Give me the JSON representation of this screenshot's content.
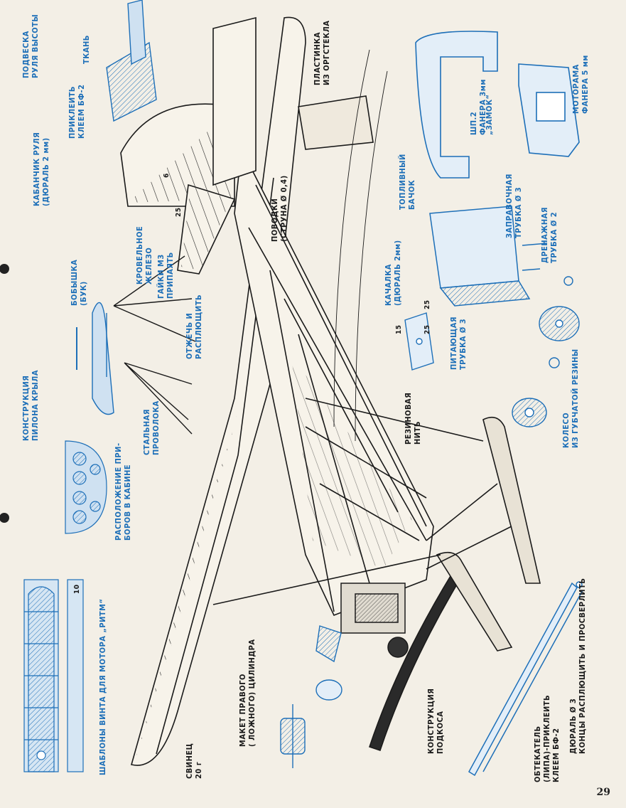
{
  "labels": {
    "propeller_templates": "ШАБЛОНЫ ВИНТА ДЛЯ МОТОРА „РИТМ“",
    "instruments": "РАСПОЛОЖЕНИЕ ПРИ-\nБОРОВ В КАБИНЕ",
    "pylon": "КОНСТРУКЦИЯ\nПИЛОНА КРЫЛА",
    "boss": "БОБЫШКА\n(БУК)",
    "roof_iron": "КРОВЕЛЬНОЕ\nЖЕЛЕЗО",
    "nuts": "ГАЙКИ М3\nПРИПАЯТЬ",
    "anneal": "ОТЖЕЧЬ И\nРАСПЛЮЩИТЬ",
    "steel_wire": "СТАЛЬНАЯ\nПРОВОЛОКА",
    "rudder_horn": "КАБАНЧИК РУЛЯ\n(ДЮРАЛЬ 2 мм)",
    "elevator_hinge": "ПОДВЕСКА\nРУЛЯ ВЫСОТЫ",
    "fabric": "ТКАНЬ",
    "glue": "ПРИКЛЕИТЬ\nКЛЕЕМ БФ-2",
    "plexi_plate": "ПЛАСТИНКА\nИЗ ОРГСТЕКЛА",
    "leads": "ПОВОДКИ\n(СТРУНА Ø 0,4)",
    "frame_plywood": "ШП.2\nФАНЕРА 3мм",
    "lock": "„ЗАМОК“",
    "motor_mount": "МОТОРАМА\nФАНЕРА 5 мм",
    "fuel_tank": "ТОПЛИВНЫЙ\nБАЧОК",
    "filler_tube": "ЗАПРАВОЧНАЯ\nТРУБКА Ø 3",
    "drain_tube": "ДРЕНАЖНАЯ\nТРУБКА Ø 2",
    "bellcrank": "КАЧАЛКА\n(ДЮРАЛЬ 2мм)",
    "feed_tube": "ПИТАЮЩАЯ\nТРУБКА Ø 3",
    "rubber_thread": "РЕЗИНОВАЯ\nНИТЬ",
    "wheel": "КОЛЕСО\nИЗ ГУБЧАТОЙ РЕЗИНЫ",
    "lead_weight": "СВИНЕЦ\n20 г",
    "cylinder_mockup": "МАКЕТ ПРАВОГО\n( ЛОЖНОГО) ЦИЛИНДРА",
    "strut": "КОНСТРУКЦИЯ\nПОДКОСА",
    "fairing": "ОБТЕКАТЕЛЬ\n(ЛИПА)-ПРИКЛЕИТЬ\nКЛЕЕМ БФ-2",
    "dural": "ДЮРАЛЬ Ø 3\nКОНЦЫ РАСПЛЮЩИТЬ И ПРОСВЕРЛИТЬ"
  },
  "dims": {
    "d6": "6",
    "d25": "25",
    "d15": "15",
    "d25b": "25",
    "d25c": "25",
    "d10": "10"
  },
  "page_number": "29",
  "colors": {
    "ink": "#1a1a1a",
    "blue": "#1d6fb8",
    "paper": "#f3efe6"
  }
}
